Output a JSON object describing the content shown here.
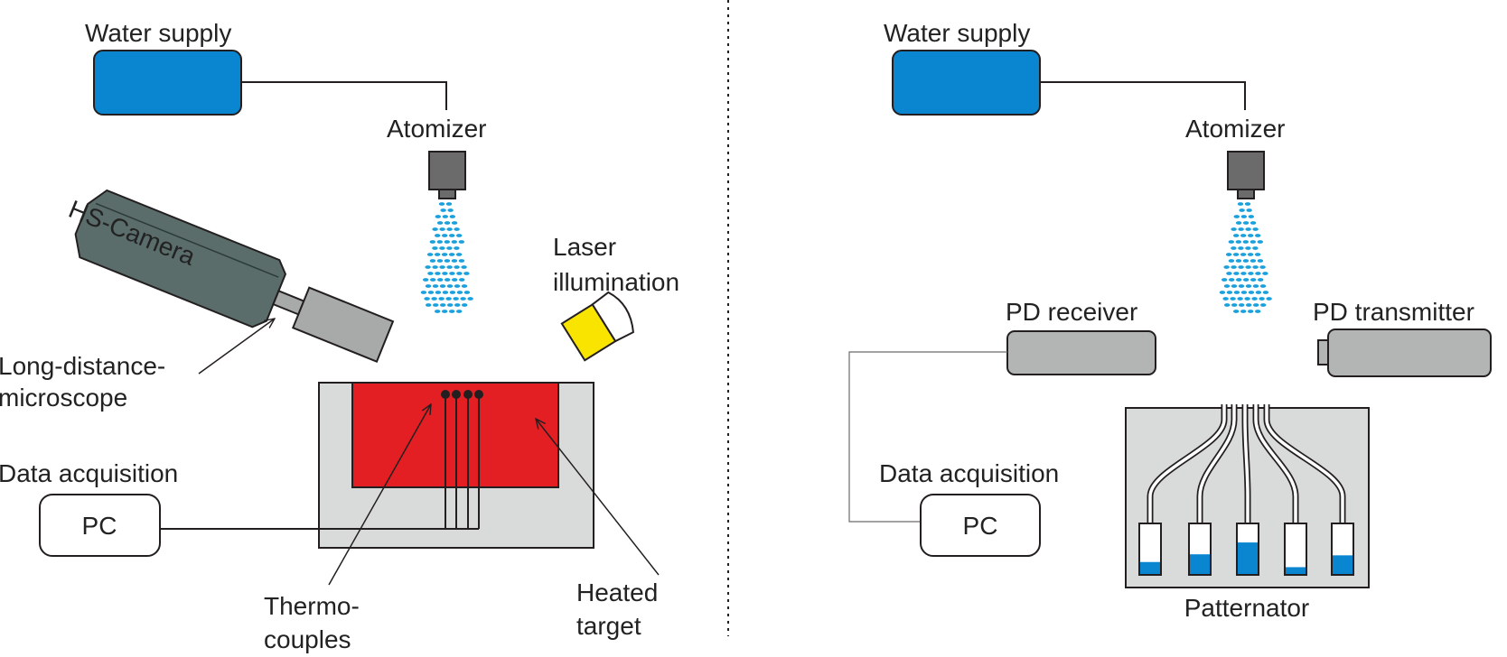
{
  "colors": {
    "water": "#0a86d1",
    "spray": "#1aa0dc",
    "atomizer": "#6b6b6b",
    "camera": "#5a6d6a",
    "microscope": "#a8a9a9",
    "target": "#e31f24",
    "housing": "#d9dbdb",
    "laser": "#f9e400",
    "pd": "#b3b4b4",
    "stroke": "#231f20"
  },
  "left": {
    "water_supply": "Water supply",
    "atomizer": "Atomizer",
    "camera": "HS-Camera",
    "laser_line1": "Laser",
    "laser_line2": "illumination",
    "microscope_line1": "Long-distance-",
    "microscope_line2": "microscope",
    "data_acquisition": "Data acquisition",
    "pc": "PC",
    "thermo_line1": "Thermo-",
    "thermo_line2": "couples",
    "heated_line1": "Heated",
    "heated_line2": "target"
  },
  "right": {
    "water_supply": "Water supply",
    "atomizer": "Atomizer",
    "pd_receiver": "PD receiver",
    "pd_transmitter": "PD transmitter",
    "data_acquisition": "Data acquisition",
    "pc": "PC",
    "patternator": "Patternator",
    "tube_fill_levels": [
      0.25,
      0.4,
      0.63,
      0.15,
      0.38
    ]
  }
}
